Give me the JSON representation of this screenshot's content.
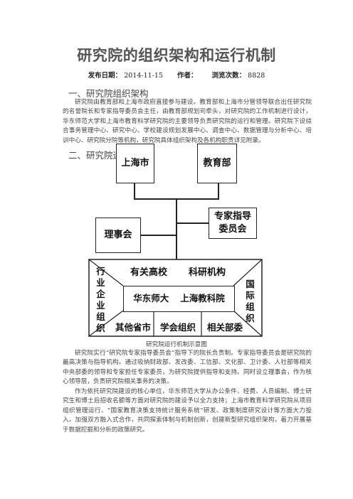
{
  "title": "研究院的组织架构和运行机制",
  "meta": {
    "date_label": "发布日期：",
    "date_value": "2014-11-15",
    "author_label": "作者：",
    "views_label": "浏览次数：",
    "views_value": "8828"
  },
  "section1": {
    "heading": "一、研究院组织架构",
    "paragraph": "研究院由教育部和上海市政府直接参与建设。教育部和上海市分管领导联合出任研究院的名誉院长和专家指导委员会主任，由教育部规划司牵头，对研究院的工作机制进行设计，华东师范大学和上海市教育科学研究院的主要领导负责研究院的运行和管理。研究院下设综合事务管理中心、研究中心、学校建设规划发展中心、调查中心、数据管理与分析中心、培训中心、研究院分院等机构，研究院具体组织架构及各机构职责详见附录。"
  },
  "section2": {
    "heading": "二、研究院运行机制"
  },
  "diagram": {
    "shanghai": "上海市",
    "moe": "教育部",
    "board": "理事会",
    "experts": "专家指导委员会",
    "universities": "有关高校",
    "research_orgs": "科研机构",
    "industry": "行业企业组织",
    "intl": "国际组织",
    "ecnu": "华东师大",
    "saes": "上海教科院",
    "provinces": "其他省市",
    "societies": "学会组织",
    "ministries": "相关部委"
  },
  "caption": "研究院运行机制示意图",
  "paragraphs": [
    "研究院实行“研究院专家指导委员会”指导下的院长负责制。专家指导委员会是研究院的最高决策与指导机构。通过吸纳财政部、发改委、工信部、文化部、卫计委、人社部等相关中央部委的领导和专家担任专家委员，为研究院提供指导和支持。同时设立理事会，作为核心领导层，负责研究院相关事务的决策。",
    "作为依托研究院建设的核心单位，华东师范大学从办公条件、经费、人员编制、博士研究生和博士后招收名额等方面对研究院的建设予以全力支持；上海市教育科学研究院从项目组织管理运行、“国家教育决策支持统计服务系统”研发、政策制度研究设计等方面大力投入。加强双方融入式合作，共同探索体制与机制创新，创建新型研究组织架构，着力开展基于数据挖掘和分析的政策研究。"
  ]
}
